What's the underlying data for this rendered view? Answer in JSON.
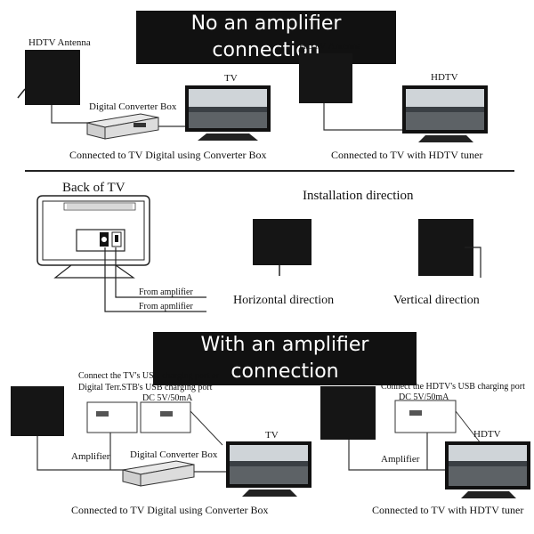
{
  "section1": {
    "banner": "No an amplifier connection",
    "left": {
      "antenna_label": "HDTV Antenna",
      "converter_label": "Digital Converter Box",
      "tv_label": "TV",
      "caption": "Connected to TV Digital using Converter Box"
    },
    "right": {
      "antenna_label": "HDTV Antenna",
      "tv_label": "HDTV",
      "caption": "Connected to TV with HDTV tuner"
    }
  },
  "section2": {
    "back_of_tv": "Back of TV",
    "from_amplifier_1": "From amplifier",
    "from_amplifier_2": "From apmlifier",
    "installation_title": "Installation direction",
    "horizontal": "Horizontal direction",
    "vertical": "Vertical direction"
  },
  "section3": {
    "banner": "With an amplifier connection",
    "left": {
      "note_line1": "Connect the TV's USB charging port or",
      "note_line2": "Digital Terr.STB's USB charging port",
      "dc_label": "DC 5V/50mA",
      "amplifier_label": "Amplifier",
      "converter_label": "Digital Converter Box",
      "tv_label": "TV",
      "caption": "Connected to TV Digital using Converter Box"
    },
    "right": {
      "note_line1": "Connect the HDTV's USB charging port",
      "dc_label": "DC 5V/50mA",
      "amplifier_label": "Amplifier",
      "tv_label": "HDTV",
      "caption": "Connected to TV with HDTV tuner"
    }
  }
}
